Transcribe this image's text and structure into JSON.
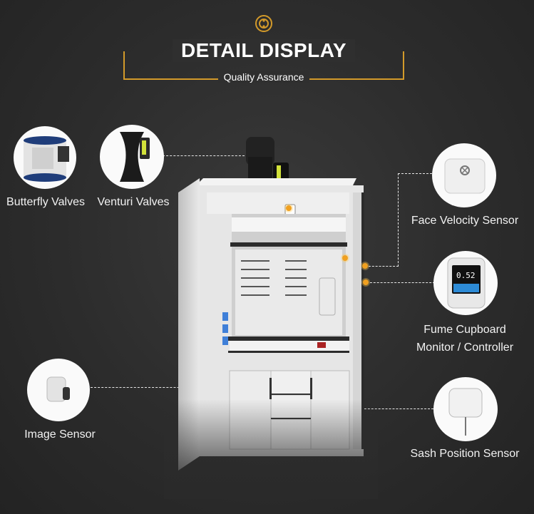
{
  "header": {
    "title": "DETAIL DISPLAY",
    "subtitle": "Quality Assurance",
    "accent_color": "#d39a2a",
    "logo_icon": "target-icon"
  },
  "features": [
    {
      "label": "Butterfly Valves",
      "icon": "butterfly-valve-icon"
    },
    {
      "label": "Venturi Valves",
      "icon": "venturi-valve-icon"
    },
    {
      "label": "Face Velocity Sensor",
      "icon": "face-velocity-sensor-icon"
    },
    {
      "label": "Fume Cupboard",
      "label2": "Monitor / Controller",
      "icon": "monitor-controller-icon",
      "screen_value": "0.52"
    },
    {
      "label": "Image Sensor",
      "icon": "image-sensor-icon"
    },
    {
      "label": "Sash Position Sensor",
      "icon": "sash-position-sensor-icon"
    }
  ],
  "product": {
    "name": "fume-hood-cabinet",
    "body_color": "#e6e6e6",
    "handle_color": "#2b2b2b"
  },
  "colors": {
    "background": "#2e2e2e",
    "marker": "#f0a020",
    "button_blue": "#3f7fd8"
  }
}
